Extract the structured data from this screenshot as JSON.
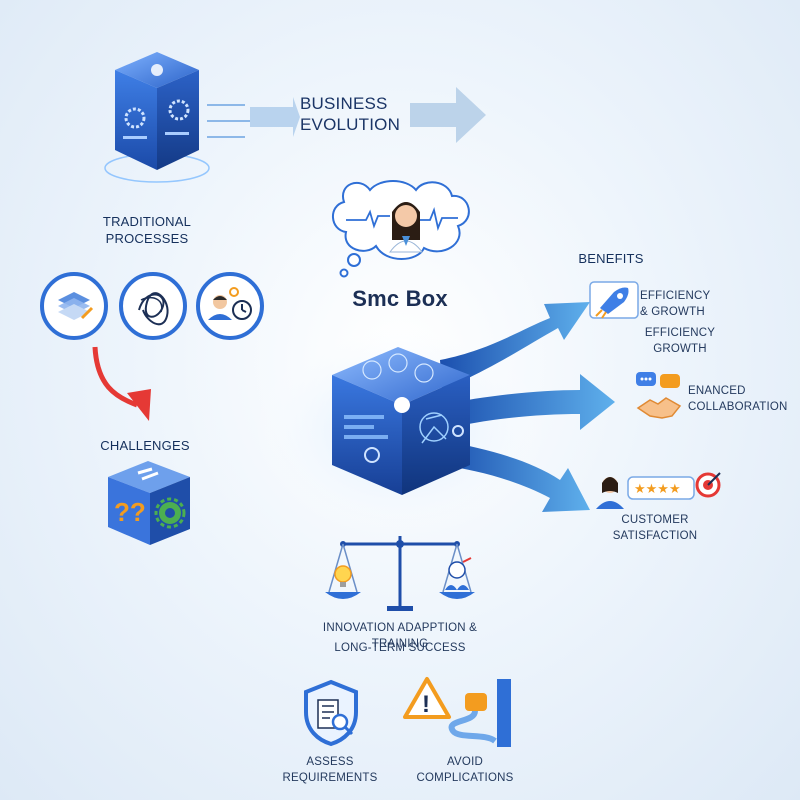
{
  "header": {
    "evolution_line1": "BUSINESS",
    "evolution_line2": "EVOLUTION"
  },
  "traditional": {
    "line1": "TRADITIONAL",
    "line2": "PROCESSES",
    "icons": [
      "layered-documents-icon",
      "tangled-lines-icon",
      "worker-clock-icon"
    ]
  },
  "challenges": {
    "label": "CHALLENGES",
    "cube_glyph": "??"
  },
  "center": {
    "title": "Smc Box"
  },
  "benefits": {
    "heading": "BENEFITS",
    "efficiency_card_line1": "EFFICIENCY",
    "efficiency_card_line2": "& GROWTH",
    "efficiency_line1": "EFFICIENCY",
    "efficiency_line2": "GROWTH",
    "collab_line1": "ENANCED",
    "collab_line2": "COLLABORATION",
    "customer_line1": "CUSTOMER",
    "customer_line2": "SATISFACTION",
    "stars": "★★★★"
  },
  "balance": {
    "line1": "INNOVATION ADAPPTION & TRAINING",
    "line2": "LONG-TERM SUCCESS"
  },
  "bottom": {
    "assess": "ASSESS REQUIREMENTS",
    "avoid": "AVOID COMPLICATIONS",
    "warning_glyph": "!"
  },
  "colors": {
    "primary_blue": "#2f6fd6",
    "dark_navy": "#1c2f55",
    "arrow_blue": "#3d8fe0",
    "red_arrow": "#e53935",
    "orange": "#f39c1f",
    "green": "#4caf50"
  }
}
